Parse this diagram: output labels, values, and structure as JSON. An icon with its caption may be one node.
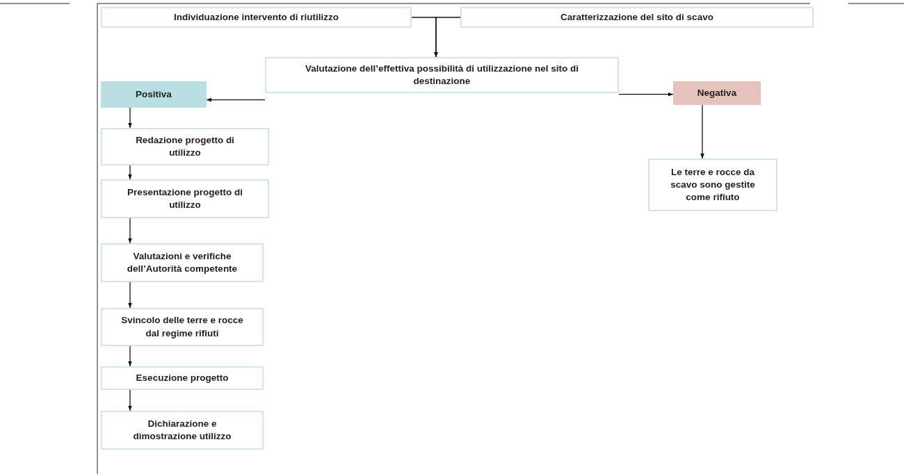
{
  "diagram": {
    "nodes": [
      {
        "text": [
          "Individuazione intervento di riutilizzo"
        ]
      },
      {
        "text": [
          "Caratterizzazione del sito di scavo"
        ]
      },
      {
        "text": [
          "Valutazione dell’effettiva possibilità di utilizzazione nel sito di destinazione"
        ]
      },
      {
        "text": [
          "Positiva"
        ]
      },
      {
        "text": [
          "Negativa"
        ]
      },
      {
        "text": [
          "Le terre e  rocce da scavo sono gestite come rifiuto"
        ]
      },
      {
        "text": [
          "Redazione progetto di utilizzo"
        ]
      },
      {
        "text": [
          "Presentazione progetto di utilizzo"
        ]
      },
      {
        "text": [
          "Valutazioni e verifiche dell’Autorità competente"
        ]
      },
      {
        "text": [
          "Svincolo delle terre e rocce dal regime rifiuti"
        ]
      },
      {
        "text": [
          "Esecuzione progetto"
        ]
      },
      {
        "text": [
          "Dichiarazione e dimostrazione utilizzo"
        ]
      }
    ],
    "edges": [
      {
        "from": 0,
        "to": 2,
        "arrow": "to"
      },
      {
        "from": 1,
        "to": 2,
        "arrow": "to"
      },
      {
        "from": 2,
        "to": 3,
        "arrow": "to"
      },
      {
        "from": 2,
        "to": 4,
        "arrow": "to"
      },
      {
        "from": 4,
        "to": 5,
        "arrow": "to"
      },
      {
        "from": 3,
        "to": 6,
        "arrow": "to"
      },
      {
        "from": 6,
        "to": 7,
        "arrow": "to"
      },
      {
        "from": 7,
        "to": 8,
        "arrow": "to"
      },
      {
        "from": 8,
        "to": 9,
        "arrow": "to"
      },
      {
        "from": 9,
        "to": 10,
        "arrow": "to"
      },
      {
        "from": 10,
        "to": 11,
        "arrow": "to"
      }
    ]
  }
}
